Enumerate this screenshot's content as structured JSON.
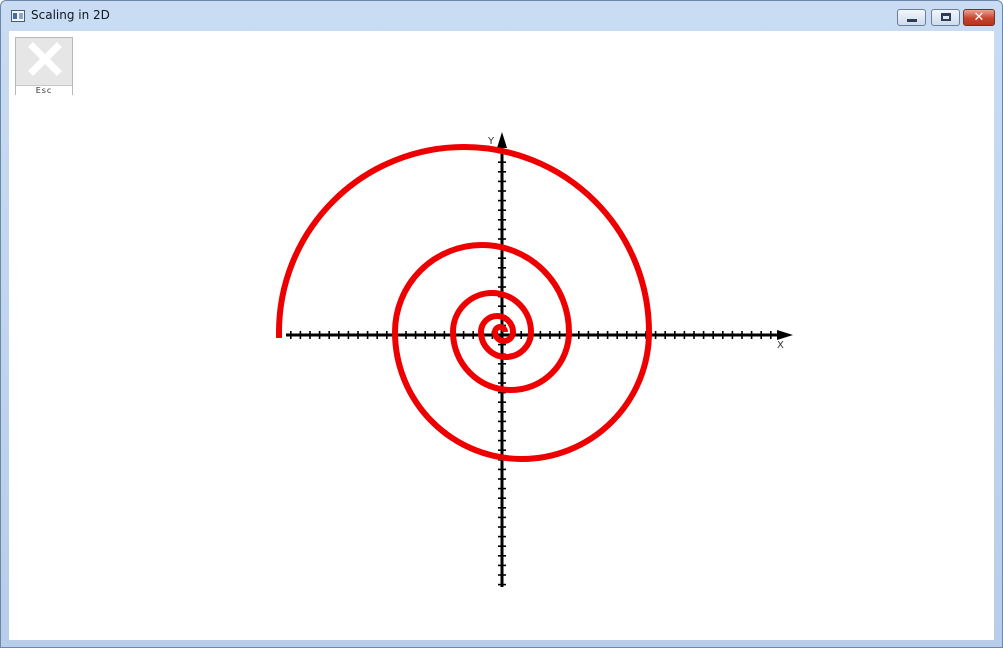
{
  "window": {
    "title": "Scaling in 2D",
    "controls": {
      "minimize": "minimize",
      "maximize": "maximize",
      "close": "close"
    }
  },
  "toolbar": {
    "escape_button": {
      "label": "Esc",
      "icon": "close-x-icon"
    }
  },
  "scene": {
    "x_axis_label": "X",
    "y_axis_label": "Y",
    "curve": {
      "shape": "spiral",
      "color": "#ee0000",
      "turns": 5
    },
    "axis_color": "#000000"
  }
}
